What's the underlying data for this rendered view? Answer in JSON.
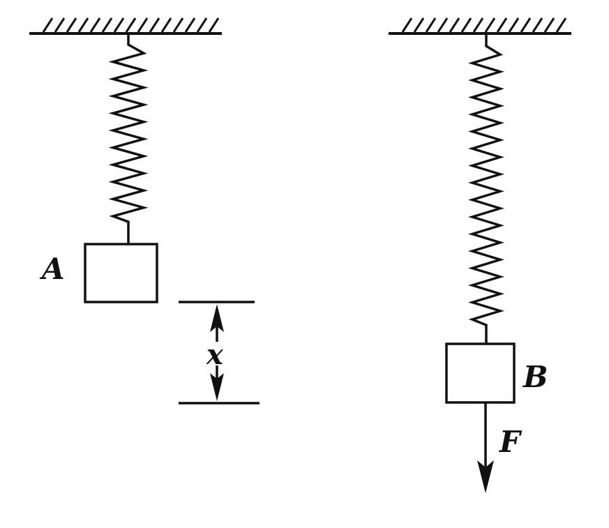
{
  "labels": {
    "block_a": "A",
    "block_b": "B",
    "displacement": "x",
    "force": "F"
  },
  "colors": {
    "ink": "#111111",
    "background": "#ffffff"
  }
}
